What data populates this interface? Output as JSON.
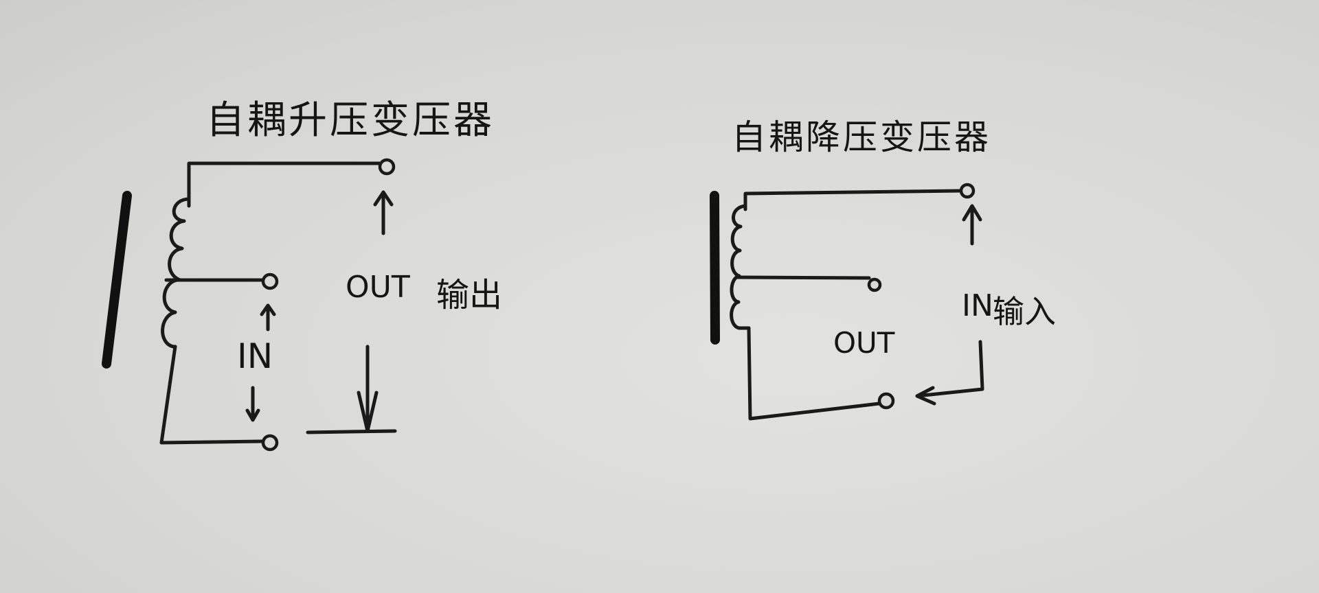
{
  "diagrams": [
    {
      "title": "自耦升压变压器",
      "labels": {
        "out": "OUT",
        "out_cn": "输出",
        "in": "IN"
      }
    },
    {
      "title": "自耦降压变压器",
      "labels": {
        "out": "OUT",
        "in": "IN",
        "in_cn": "输入"
      }
    }
  ],
  "colors": {
    "ink": "#1a1a1a",
    "paper": "#d9d9d7"
  }
}
